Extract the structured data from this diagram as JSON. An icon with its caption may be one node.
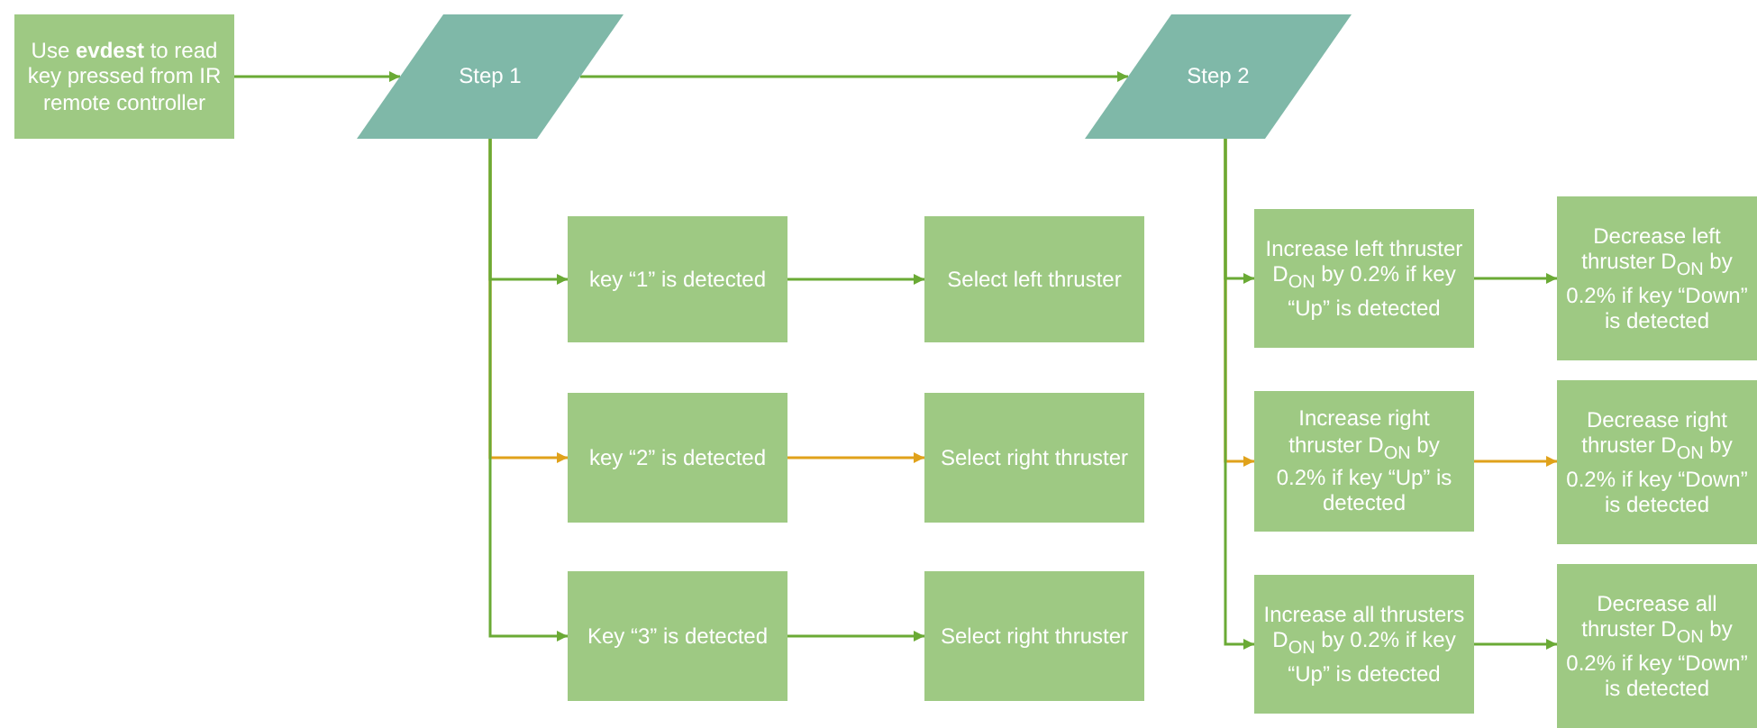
{
  "diagram": {
    "nodes": [
      {
        "text": [
          "Use **evdest** to read key pressed from IR remote controller"
        ]
      },
      {
        "text": [
          "Step 1"
        ]
      },
      {
        "text": [
          "Step 2"
        ]
      },
      {
        "text": [
          "key “1” is detected"
        ]
      },
      {
        "text": [
          "Select left thruster"
        ]
      },
      {
        "text": [
          "key “2” is detected"
        ]
      },
      {
        "text": [
          "Select right thruster"
        ]
      },
      {
        "text": [
          "Key “3” is detected"
        ]
      },
      {
        "text": [
          "Select right thruster"
        ]
      },
      {
        "text": [
          "Increase left thruster D$_{ON}$ by 0.2% if key “Up” is detected"
        ]
      },
      {
        "text": [
          "Decrease left thruster D$_{ON}$ by 0.2% if key “Down” is detected"
        ]
      },
      {
        "text": [
          "Increase right thruster D$_{ON}$ by 0.2% if key “Up” is detected"
        ]
      },
      {
        "text": [
          "Decrease right thruster D$_{ON}$ by 0.2% if key “Down” is detected"
        ]
      },
      {
        "text": [
          "Increase all thrusters D$_{ON}$ by 0.2% if key “Up” is detected"
        ]
      },
      {
        "text": [
          "Decrease all thruster D$_{ON}$ by 0.2% if key “Down” is detected"
        ]
      }
    ],
    "edges": [
      {
        "from": 0,
        "to": 1,
        "arrow": "to"
      },
      {
        "from": 1,
        "to": 2,
        "arrow": "to"
      },
      {
        "from": 1,
        "to": 3,
        "arrow": "to"
      },
      {
        "from": 1,
        "to": 5,
        "arrow": "to",
        "color": "#e0a21b"
      },
      {
        "from": 1,
        "to": 7,
        "arrow": "to"
      },
      {
        "from": 3,
        "to": 4,
        "arrow": "to"
      },
      {
        "from": 5,
        "to": 6,
        "arrow": "to",
        "color": "#e0a21b"
      },
      {
        "from": 7,
        "to": 8,
        "arrow": "to"
      },
      {
        "from": 2,
        "to": 9,
        "arrow": "to"
      },
      {
        "from": 2,
        "to": 11,
        "arrow": "to",
        "color": "#e0a21b"
      },
      {
        "from": 2,
        "to": 13,
        "arrow": "to"
      },
      {
        "from": 9,
        "to": 10,
        "arrow": "to"
      },
      {
        "from": 11,
        "to": 12,
        "arrow": "to",
        "color": "#e0a21b"
      },
      {
        "from": 13,
        "to": 14,
        "arrow": "to"
      }
    ]
  }
}
